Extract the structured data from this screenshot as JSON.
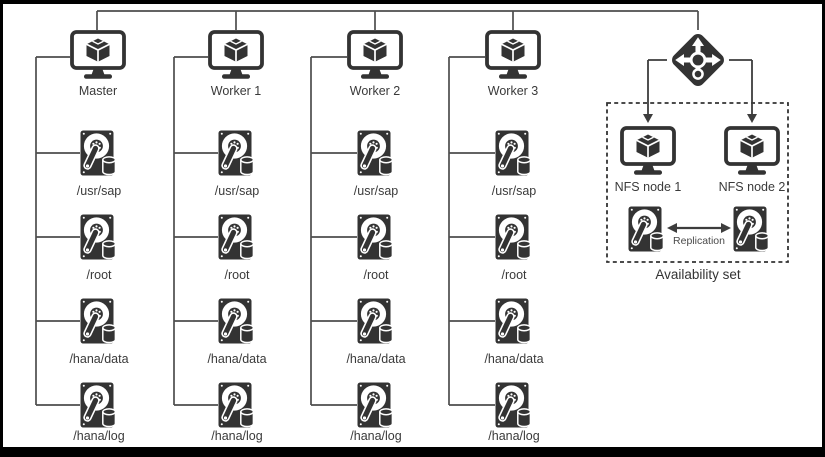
{
  "palette": {
    "icon_color": "#333333",
    "line_color": "#4d4d4d",
    "text_color": "#3a3a3a",
    "frame_border": "#000000",
    "background": "#ffffff"
  },
  "icons": {
    "vm": "vm-monitor-cube-icon",
    "disk": "hard-disk-icon",
    "load_balancer": "load-balancer-icon"
  },
  "nodes": {
    "columns": [
      {
        "label": "Master",
        "disks": [
          "/usr/sap",
          "/root",
          "/hana/data",
          "/hana/log"
        ]
      },
      {
        "label": "Worker 1",
        "disks": [
          "/usr/sap",
          "/root",
          "/hana/data",
          "/hana/log"
        ]
      },
      {
        "label": "Worker 2",
        "disks": [
          "/usr/sap",
          "/root",
          "/hana/data",
          "/hana/log"
        ]
      },
      {
        "label": "Worker 3",
        "disks": [
          "/usr/sap",
          "/root",
          "/hana/data",
          "/hana/log"
        ]
      }
    ],
    "availability_set": {
      "caption": "Availability set",
      "replication_label": "Replication",
      "nfs_nodes": [
        {
          "label": "NFS node 1"
        },
        {
          "label": "NFS node 2"
        }
      ]
    }
  }
}
